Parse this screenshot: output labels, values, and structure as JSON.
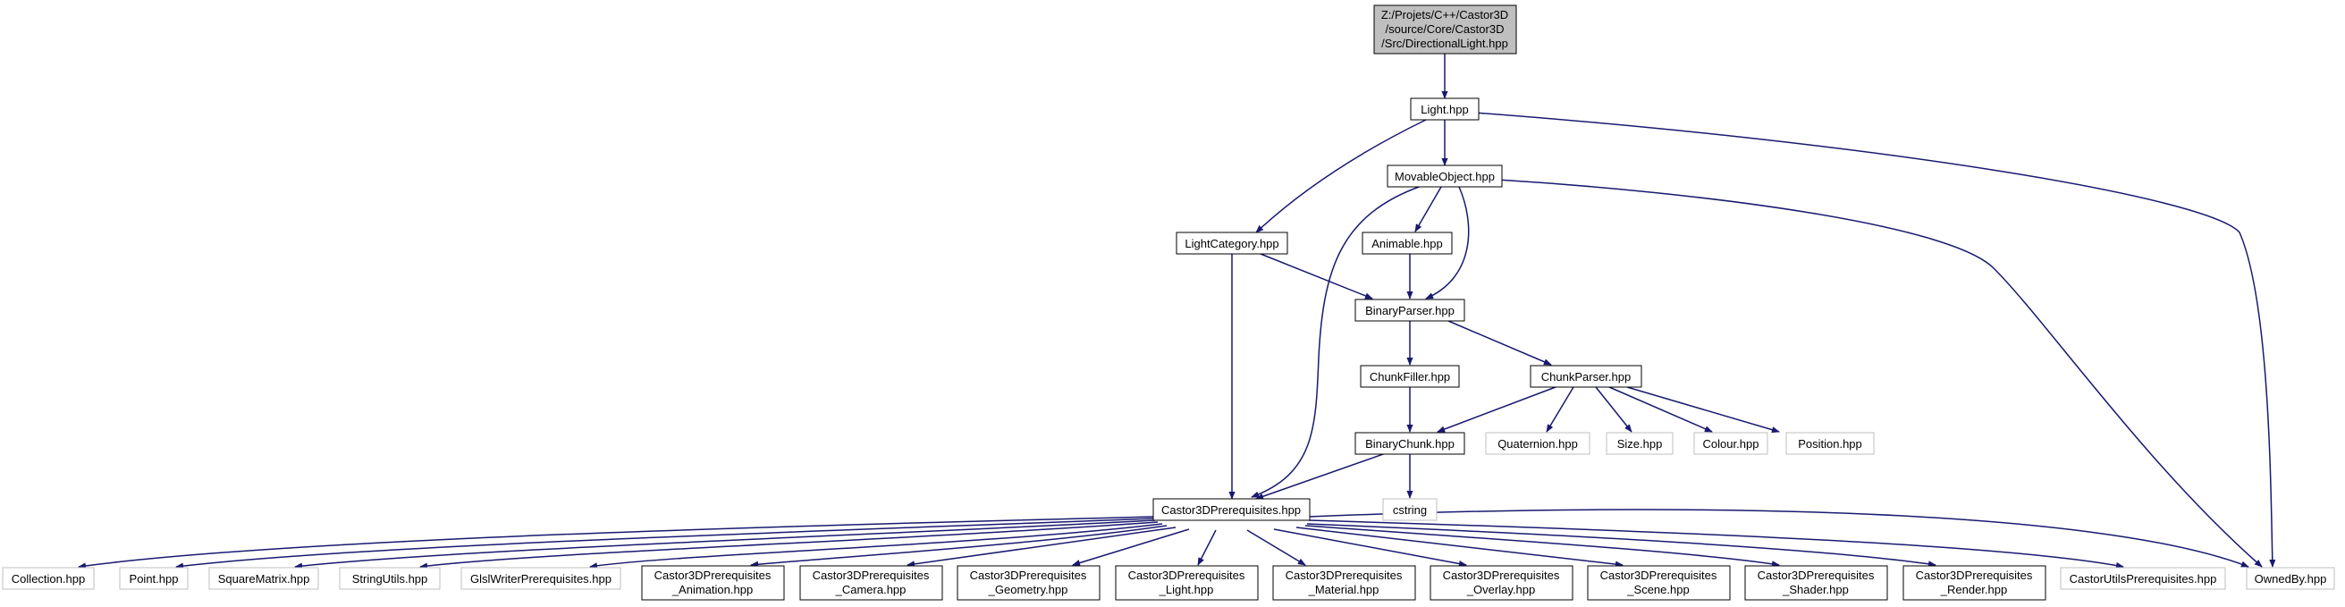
{
  "graph": {
    "root": {
      "lines": [
        "Z:/Projets/C++/Castor3D",
        "/source/Core/Castor3D",
        "/Src/DirectionalLight.hpp"
      ]
    },
    "nodes": {
      "light": "Light.hpp",
      "movable_object": "MovableObject.hpp",
      "light_category": "LightCategory.hpp",
      "animable": "Animable.hpp",
      "binary_parser": "BinaryParser.hpp",
      "chunk_filler": "ChunkFiller.hpp",
      "chunk_parser": "ChunkParser.hpp",
      "binary_chunk": "BinaryChunk.hpp",
      "quaternion": "Quaternion.hpp",
      "size": "Size.hpp",
      "colour": "Colour.hpp",
      "position": "Position.hpp",
      "cstring": "cstring",
      "castor3d_prereq": "Castor3DPrerequisites.hpp",
      "collection": "Collection.hpp",
      "point": "Point.hpp",
      "square_matrix": "SquareMatrix.hpp",
      "string_utils": "StringUtils.hpp",
      "glsl_writer_prereq": "GlslWriterPrerequisites.hpp",
      "prereq_animation": [
        "Castor3DPrerequisites",
        "_Animation.hpp"
      ],
      "prereq_camera": [
        "Castor3DPrerequisites",
        "_Camera.hpp"
      ],
      "prereq_geometry": [
        "Castor3DPrerequisites",
        "_Geometry.hpp"
      ],
      "prereq_light": [
        "Castor3DPrerequisites",
        "_Light.hpp"
      ],
      "prereq_material": [
        "Castor3DPrerequisites",
        "_Material.hpp"
      ],
      "prereq_overlay": [
        "Castor3DPrerequisites",
        "_Overlay.hpp"
      ],
      "prereq_scene": [
        "Castor3DPrerequisites",
        "_Scene.hpp"
      ],
      "prereq_shader": [
        "Castor3DPrerequisites",
        "_Shader.hpp"
      ],
      "prereq_render": [
        "Castor3DPrerequisites",
        "_Render.hpp"
      ],
      "castor_utils_prereq": "CastorUtilsPrerequisites.hpp",
      "owned_by": "OwnedBy.hpp"
    }
  },
  "colors": {
    "edge": "#191970",
    "root_fill": "#bfbfbf",
    "documented_border": "#000000",
    "external_border": "#bfbfbf"
  }
}
